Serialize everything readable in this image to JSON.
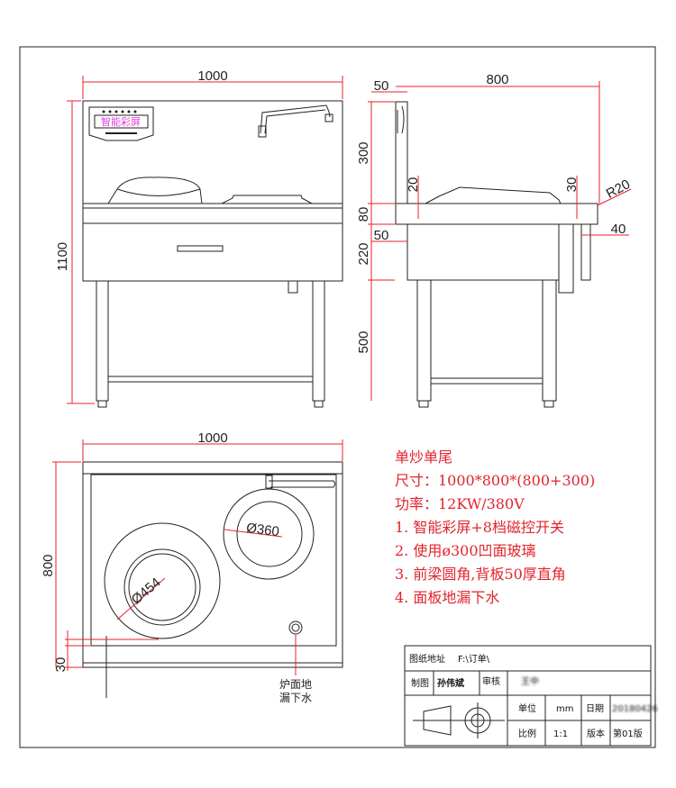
{
  "front_view": {
    "width_dim": "1000",
    "height_dim": "1100",
    "screen_label": "智能彩屏"
  },
  "side_view": {
    "depth_dim": "800",
    "backsplash_thickness": "50",
    "backsplash_height": "300",
    "upper_lip": "20",
    "counter_thickness": "80",
    "apron_offset": "50",
    "apron_height": "220",
    "leg_height": "500",
    "front_lip": "30",
    "corner_radius": "R20",
    "front_overhang": "40"
  },
  "top_view": {
    "width_dim": "1000",
    "depth_dim": "800",
    "edge_dim": "30",
    "wok_diameter": "Ø454",
    "burner_diameter": "Ø360",
    "drain_label_line1": "炉面地",
    "drain_label_line2": "漏下水"
  },
  "spec": {
    "title": "单炒单尾",
    "size": "尺寸：1000*800*(800+300)",
    "power": "功率：12KW/380V",
    "item1": "1. 智能彩屏+8档磁控开关",
    "item2": "2. 使用ø300凹面玻璃",
    "item3": "3. 前梁圆角,背板50厚直角",
    "item4": "4. 面板地漏下水"
  },
  "title_block": {
    "path_label": "图纸地址",
    "path_value": "F:\\订单\\",
    "drawn_label": "制图",
    "drawn_value": "孙伟斌",
    "review_label": "审核",
    "review_value": "王中",
    "unit_label": "单位",
    "unit_value": "mm",
    "date_label": "日期",
    "date_value": "20180426",
    "scale_label": "比例",
    "scale_value": "1:1",
    "version_label": "版本",
    "version_value": "第01版"
  },
  "colors": {
    "dimension": "#e8202a",
    "line": "#222222",
    "screen_text": "#e040e0"
  }
}
